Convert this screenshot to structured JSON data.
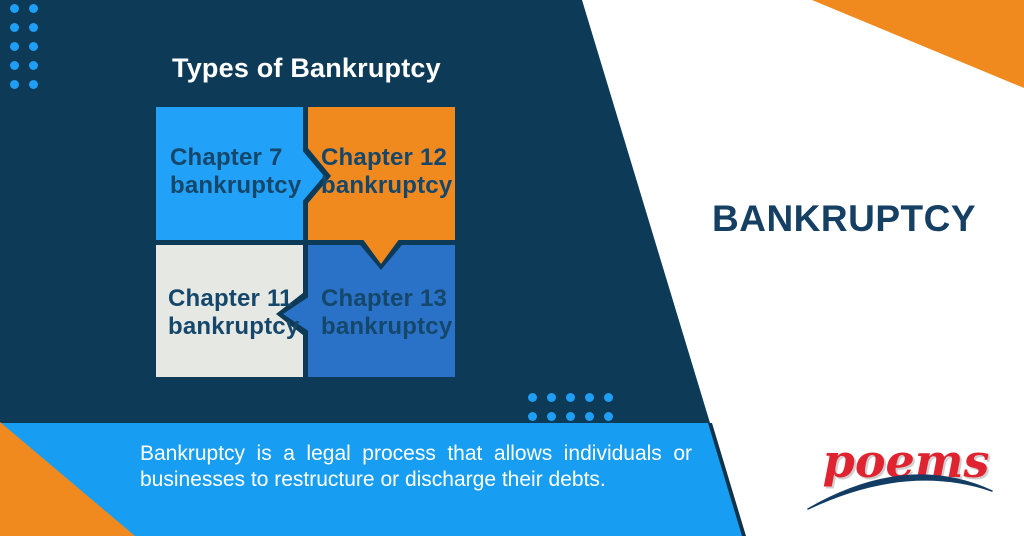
{
  "infographic": {
    "title": "Types of Bankruptcy",
    "pieces": [
      {
        "id": "chapter-7",
        "line1": "Chapter 7",
        "line2": "bankruptcy",
        "color": "#22a1f8"
      },
      {
        "id": "chapter-12",
        "line1": "Chapter 12",
        "line2": "bankruptcy",
        "color": "#f0891e"
      },
      {
        "id": "chapter-11",
        "line1": "Chapter 11",
        "line2": "bankruptcy",
        "color": "#e6e8e4"
      },
      {
        "id": "chapter-13",
        "line1": "Chapter 13",
        "line2": "bankruptcy",
        "color": "#2a72c8"
      }
    ]
  },
  "right_panel": {
    "heading": "BANKRUPTCY"
  },
  "footer": {
    "description": "Bankruptcy is a legal process that allows individuals or businesses to restructure or discharge their debts."
  },
  "brand": {
    "logo_text": "poems"
  },
  "colors": {
    "navy_background": "#0d3a56",
    "bright_blue": "#22a1f8",
    "band_blue": "#179ef3",
    "orange": "#f08a1e",
    "medium_blue": "#2a72c8",
    "light_gray": "#e6e8e4",
    "label_navy": "#15476b",
    "heading_navy": "#153f63",
    "logo_red": "#e02330"
  }
}
